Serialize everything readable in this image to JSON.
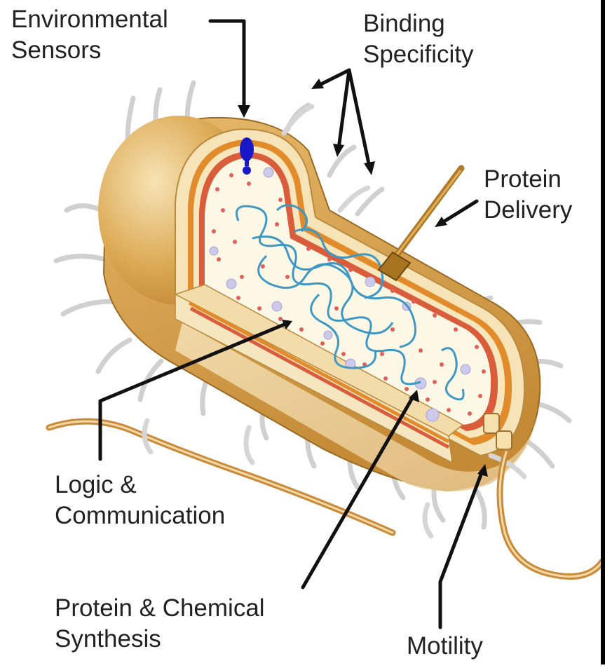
{
  "labels": {
    "environmental_sensors": [
      "Environmental",
      "Sensors"
    ],
    "binding_specificity": [
      "Binding",
      "Specificity"
    ],
    "protein_delivery": [
      "Protein",
      "Delivery"
    ],
    "logic_communication": [
      "Logic &",
      "Communication"
    ],
    "protein_chemical_synthesis": [
      "Protein & Chemical",
      "Synthesis"
    ],
    "motility": [
      "Motility"
    ]
  },
  "colors": {
    "capsule_outer": "#d9a64e",
    "capsule_light": "#f3dfae",
    "membrane_red": "#d9623a",
    "membrane_orange": "#e08a2c",
    "cytoplasm": "#fdf8e6",
    "dna": "#3f98c4",
    "ribosome": "#e0605a",
    "granule": "#c9c6e8",
    "sensor": "#1818c8",
    "pili": "#d8d8d8",
    "flagellum": "#c98a3a",
    "arrow": "#111111"
  }
}
